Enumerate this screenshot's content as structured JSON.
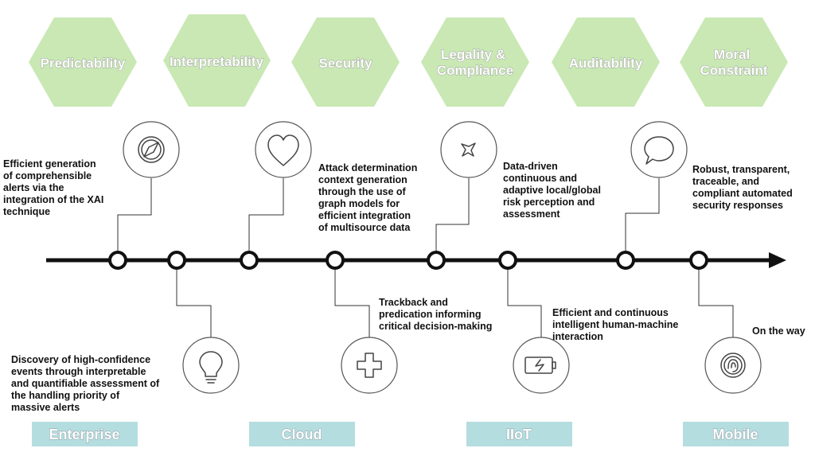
{
  "colors": {
    "hexagon": "#c9e8b4",
    "category_band": "#b4dde0",
    "timeline": "#111111",
    "text": "#111111"
  },
  "hexagons": [
    {
      "lines": [
        "Predictability"
      ]
    },
    {
      "lines": [
        "Interpretability"
      ]
    },
    {
      "lines": [
        "Security"
      ]
    },
    {
      "lines": [
        "Legality &",
        "Compliance"
      ]
    },
    {
      "lines": [
        "Auditability"
      ]
    },
    {
      "lines": [
        "Moral",
        "Constraint"
      ]
    }
  ],
  "top_items": [
    {
      "icon": "compass-icon",
      "lines": [
        "Efficient generation",
        "of comprehensible",
        "alerts via the",
        "integration of the XAI",
        "technique"
      ]
    },
    {
      "icon": "heart-icon",
      "lines": [
        "Attack determination",
        "context generation",
        "through the use of",
        "graph models for",
        "efficient integration",
        "of multisource data"
      ]
    },
    {
      "icon": "star-icon",
      "lines": [
        "Data-driven",
        "continuous and",
        "adaptive local/global",
        "risk perception and",
        "assessment"
      ]
    },
    {
      "icon": "speech-bubble-icon",
      "lines": [
        "Robust, transparent,",
        "traceable, and",
        "compliant automated",
        "security responses"
      ]
    }
  ],
  "bottom_items": [
    {
      "icon": "lightbulb-icon",
      "lines": [
        "Discovery of high-confidence",
        "events through interpretable",
        "and quantifiable assessment of",
        "the handling priority of",
        "massive alerts"
      ]
    },
    {
      "icon": "plus-icon",
      "lines": [
        "Trackback and",
        "predication informing",
        "critical decision-making"
      ]
    },
    {
      "icon": "battery-icon",
      "lines": [
        "Efficient and continuous",
        "intelligent human-machine",
        "interaction"
      ]
    },
    {
      "icon": "fingerprint-icon",
      "lines": [
        "On the way"
      ]
    }
  ],
  "categories": [
    "Enterprise",
    "Cloud",
    "IIoT",
    "Mobile"
  ]
}
